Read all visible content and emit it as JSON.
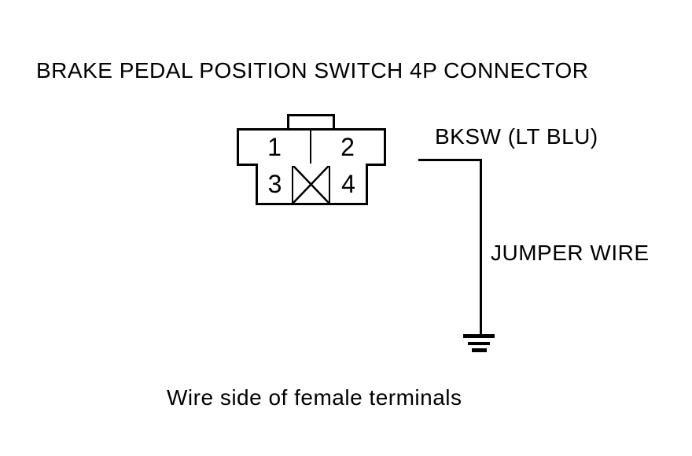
{
  "page": {
    "title": "BRAKE PEDAL POSITION SWITCH 4P CONNECTOR",
    "caption": "Wire side of female terminals"
  },
  "connector": {
    "type": "4P connector",
    "terminals": [
      {
        "label": "1"
      },
      {
        "label": "2"
      },
      {
        "label": "3"
      },
      {
        "label": "4"
      }
    ],
    "crossed_cavity_between": [
      "3",
      "4"
    ]
  },
  "wire": {
    "label": "BKSW (LT BLU)",
    "jumper_label": "JUMPER WIRE",
    "endpoint": "ground"
  },
  "icons": {
    "ground": "ground-icon",
    "crossed_cavity": "crossed-cavity-icon"
  },
  "colors": {
    "line": "#000000",
    "text": "#000000",
    "background": "#ffffff"
  }
}
